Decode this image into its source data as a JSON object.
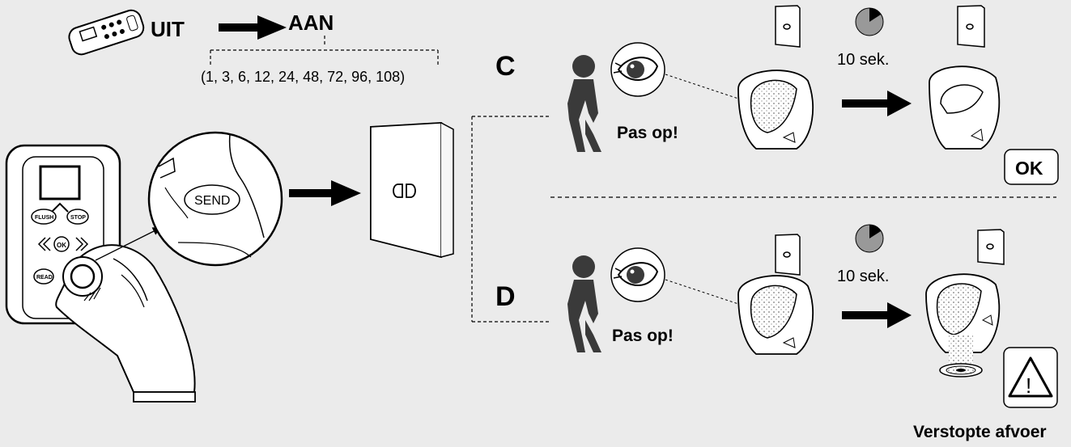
{
  "remote_toggle": {
    "from": "UIT",
    "to": "AAN",
    "options": "(1, 3, 6, 12, 24, 48, 72, 96, 108)"
  },
  "remote": {
    "buttons": {
      "flush": "FLUSH",
      "stop": "STOP",
      "ok": "OK",
      "read": "READ"
    },
    "zoom_button": "SEND"
  },
  "scenario_c": {
    "letter": "C",
    "warning": "Pas op!",
    "timer": "10 sek.",
    "result_button": "OK"
  },
  "scenario_d": {
    "letter": "D",
    "warning": "Pas op!",
    "timer": "10 sek.",
    "result_label": "Verstopte afvoer",
    "warning_symbol": "!"
  },
  "colors": {
    "background": "#ebebeb",
    "figure": "#3a3a3a",
    "pie": "#999999"
  }
}
